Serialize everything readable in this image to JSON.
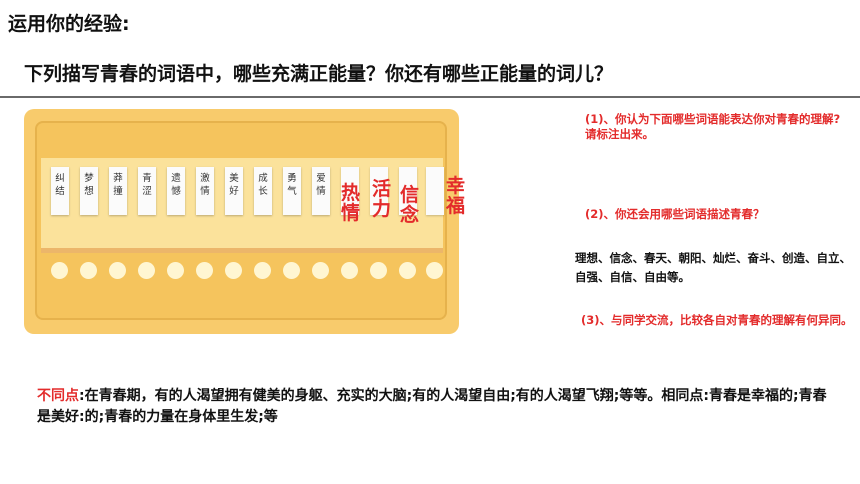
{
  "heading": "运用你的经验:",
  "question": "下列描写青春的词语中，哪些充满正能量？你还有哪些正能量的词儿？",
  "slips": [
    {
      "top": "纠",
      "bottom": "结"
    },
    {
      "top": "梦",
      "bottom": "想"
    },
    {
      "top": "莽",
      "bottom": "撞"
    },
    {
      "top": "青",
      "bottom": "涩"
    },
    {
      "top": "遗",
      "bottom": "憾"
    },
    {
      "top": "激",
      "bottom": "情"
    },
    {
      "top": "美",
      "bottom": "好"
    },
    {
      "top": "成",
      "bottom": "长"
    },
    {
      "top": "勇",
      "bottom": "气"
    },
    {
      "top": "爱",
      "bottom": "情"
    }
  ],
  "red_words": {
    "w1_top": "热",
    "w1_bottom": "情",
    "w2_top": "活",
    "w2_bottom": "力",
    "w3_top": "信",
    "w3_bottom": "念",
    "w4_top": "幸",
    "w4_bottom": "福"
  },
  "q1": "(1)、你认为下面哪些词语能表达你对青春的理解?请标注出来。",
  "q2": "(2)、你还会用哪些词语描述青春？",
  "answer": "理想、信念、春天、朝阳、灿烂、奋斗、创造、自立、自强、自信、自由等。",
  "q3": "(3)、与同学交流，比较各自对青春的理解有何异同。",
  "bottom": {
    "label": "不同点",
    "text": ":在青春期，有的人渴望拥有健美的身躯、充实的大脑;有的人渴望自由;有的人渴望飞翔;等等。相同点:青春是幸福的;青春是美好:的;青春的力量在身体里生发;等"
  },
  "colors": {
    "accent_red": "#e32b2b",
    "board": "#f8cb6c"
  }
}
